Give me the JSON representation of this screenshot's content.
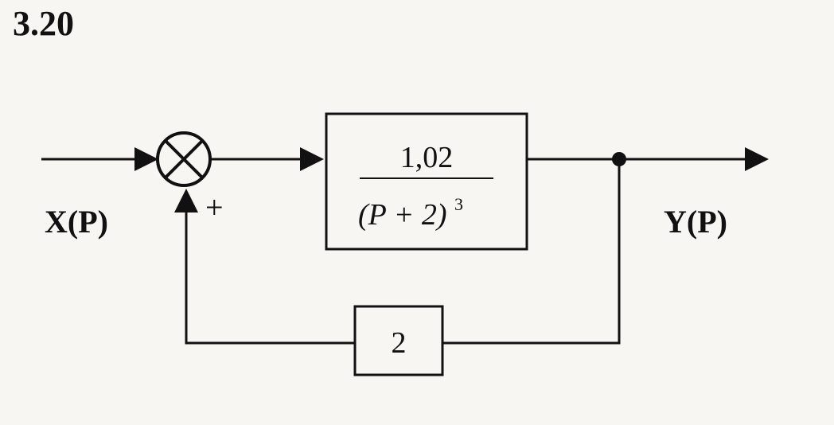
{
  "problem_number": "3.20",
  "input_label": "X(P)",
  "output_label": "Y(P)",
  "summer_sign": "+",
  "forward_block": {
    "numerator": "1,02",
    "denominator_base": "(P + 2)",
    "denominator_exponent": "3"
  },
  "feedback_block": {
    "value": "2"
  }
}
